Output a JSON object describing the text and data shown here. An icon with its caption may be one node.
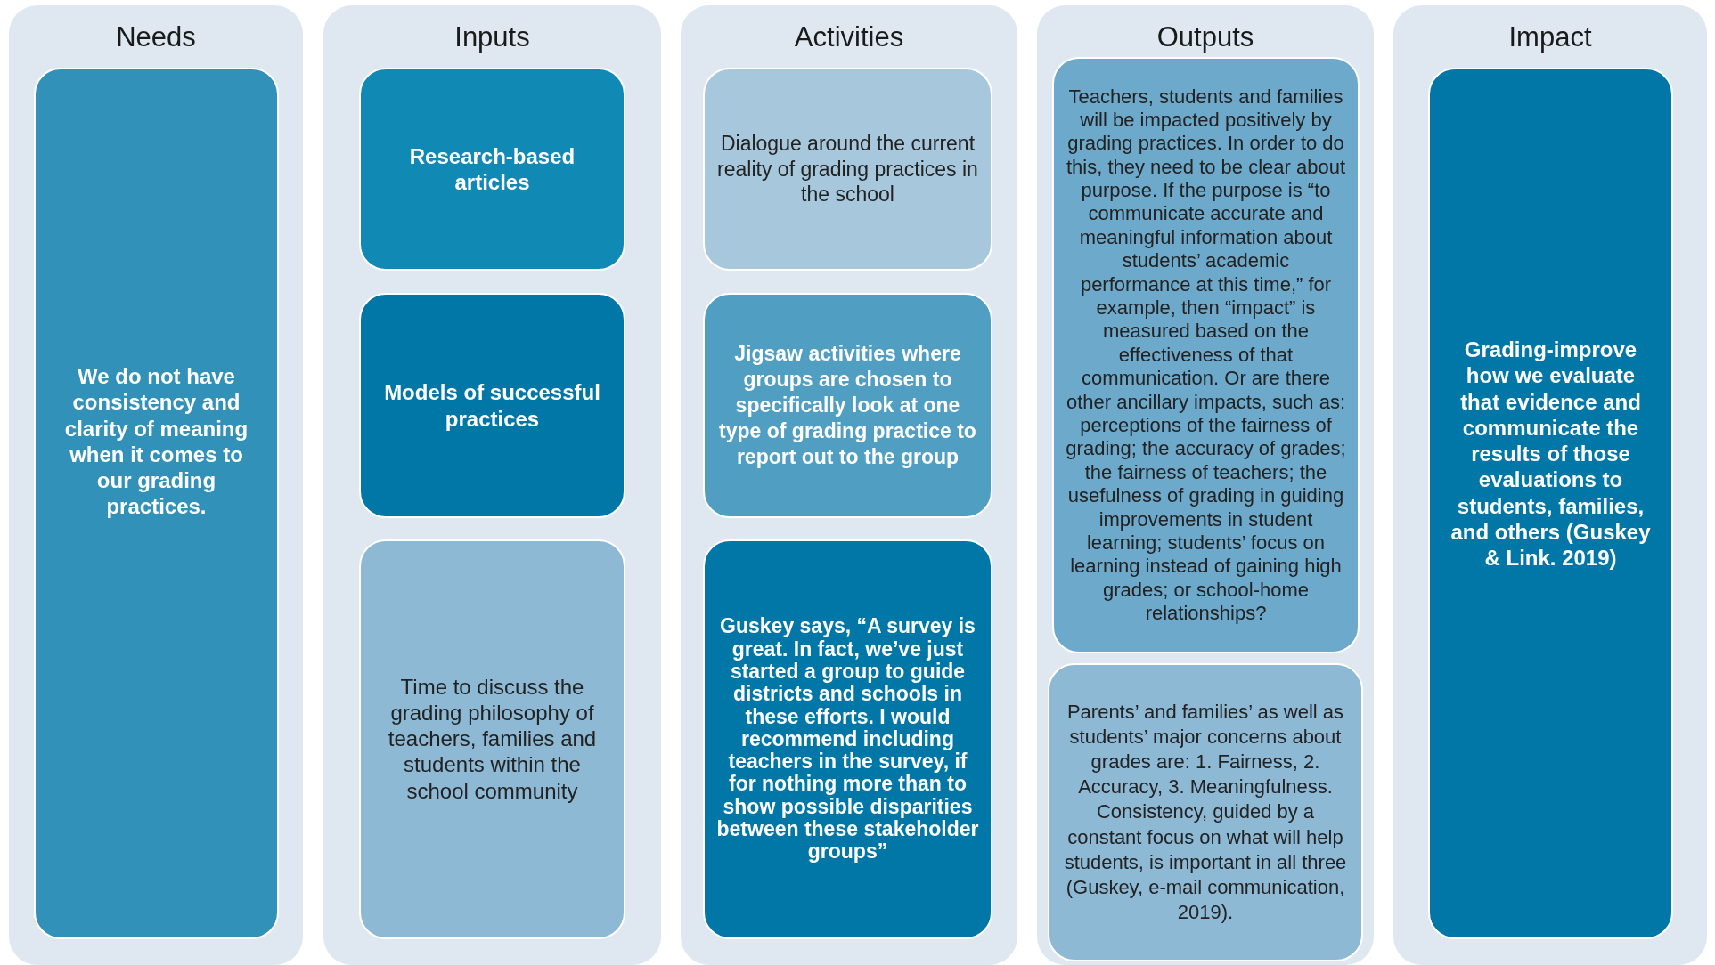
{
  "diagram": {
    "nodes": [
      {
        "text": [
          "Needs"
        ]
      },
      {
        "text": [
          "We do not have consistency and clarity of meaning when it comes to our grading practices."
        ],
        "in": 0
      },
      {
        "text": [
          "Inputs"
        ]
      },
      {
        "text": [
          "Research-based articles"
        ],
        "in": 2
      },
      {
        "text": [
          "Models of successful practices"
        ],
        "in": 2
      },
      {
        "text": [
          "Time to discuss the grading philosophy of teachers, families and students within the school community"
        ],
        "in": 2
      },
      {
        "text": [
          "Activities"
        ]
      },
      {
        "text": [
          "Dialogue around the current reality of grading practices in the school"
        ],
        "in": 6
      },
      {
        "text": [
          "Jigsaw activities where groups are  chosen to specifically look at one type of grading practice to report out to the  group"
        ],
        "in": 6
      },
      {
        "text": [
          "Guskey says, “A survey is great. In fact, we’ve just started a group to guide districts and schools in these efforts. I would recommend including teachers in the survey, if for nothing more than to show possible disparities between these stakeholder groups”"
        ],
        "in": 6
      },
      {
        "text": [
          "Outputs"
        ]
      },
      {
        "text": [
          "Teachers, students and families will be impacted positively by grading practices. In order to do this, they need to be clear about purpose. If the purpose is “to communicate accurate and meaningful information about students’ academic performance at this time,” for example, then “impact” is measured based on the effectiveness of that communication. Or are there other ancillary impacts, such as: perceptions of the fairness of grading; the accuracy of grades; the fairness of teachers; the usefulness of grading in guiding improvements in student learning; students’ focus on learning instead of gaining high grades; or school-home relationships?"
        ],
        "in": 10
      },
      {
        "text": [
          "Parents’ and families’ as well as students’ major concerns about grades are: 1. Fairness, 2. Accuracy, 3. Meaningfulness. Consistency, guided by a constant focus on what will help students, is important in all three (Guskey, e-mail communication, 2019)."
        ],
        "in": 10
      },
      {
        "text": [
          "Impact"
        ]
      },
      {
        "text": [
          "Grading-improve how we evaluate that evidence and communicate the results of those evaluations to students, families, and others (Guskey & Link. 2019)"
        ],
        "in": 13
      }
    ]
  }
}
